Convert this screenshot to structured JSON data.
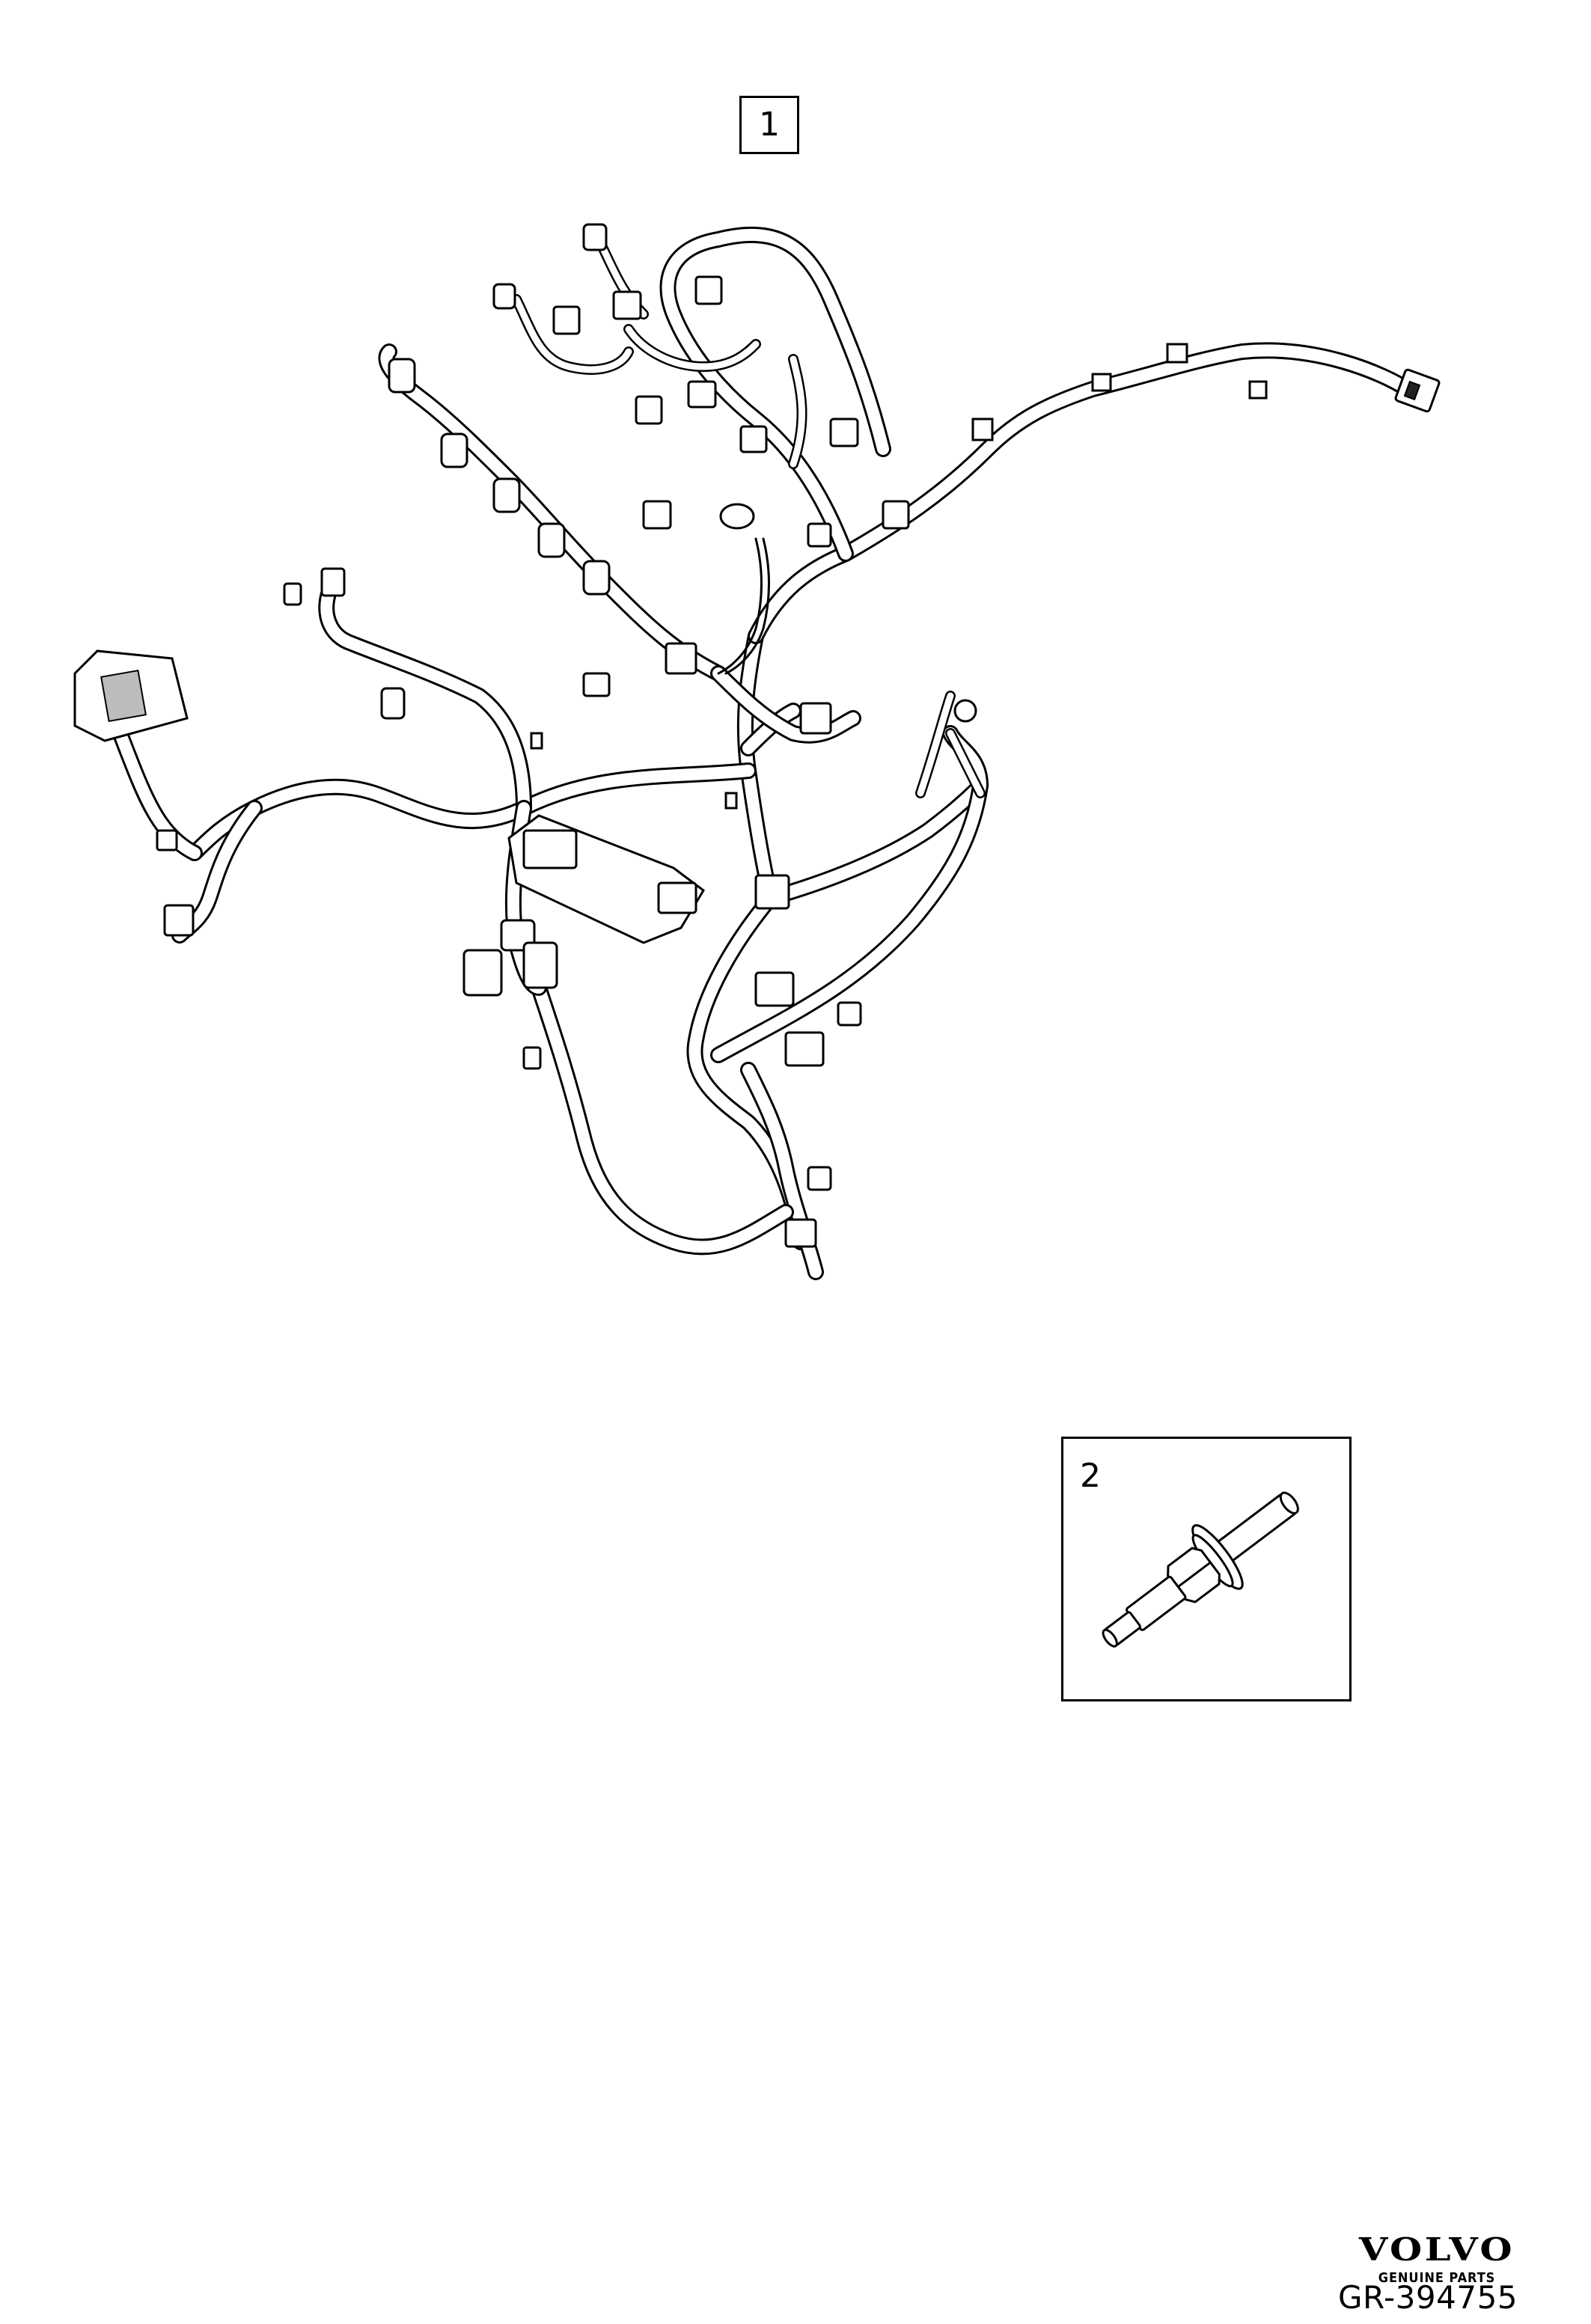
{
  "callouts": {
    "item_1": "1",
    "item_2": "2"
  },
  "brand": {
    "logo": "VOLVO",
    "tagline": "GENUINE PARTS"
  },
  "reference": {
    "code": "GR-394755"
  }
}
